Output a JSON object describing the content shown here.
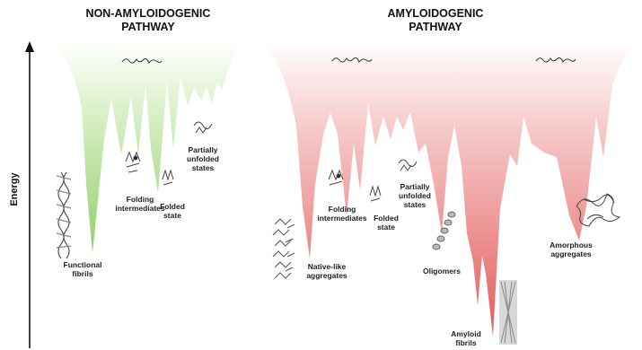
{
  "diagram": {
    "axis_label": "Energy",
    "panels": [
      {
        "title": "NON-AMYLOIDOGENIC\nPATHWAY",
        "color": "#8fcf6a",
        "labels": {
          "functional_fibrils": "Functional\nfibrils",
          "folding_intermediates": "Folding\nintermediates",
          "folded_state": "Folded\nstate",
          "partially_unfolded": "Partially\nunfolded\nstates"
        }
      },
      {
        "title": "AMYLOIDOGENIC\nPATHWAY",
        "color": "#e86a6a",
        "labels": {
          "native_like_aggregates": "Native-like\naggregates",
          "folding_intermediates": "Folding\nintermediates",
          "folded_state": "Folded\nstate",
          "partially_unfolded": "Partially\nunfolded\nstates",
          "oligomers": "Oligomers",
          "amyloid_fibrils": "Amyloid\nfibrils",
          "amorphous_aggregates": "Amorphous\naggregates"
        }
      }
    ]
  }
}
